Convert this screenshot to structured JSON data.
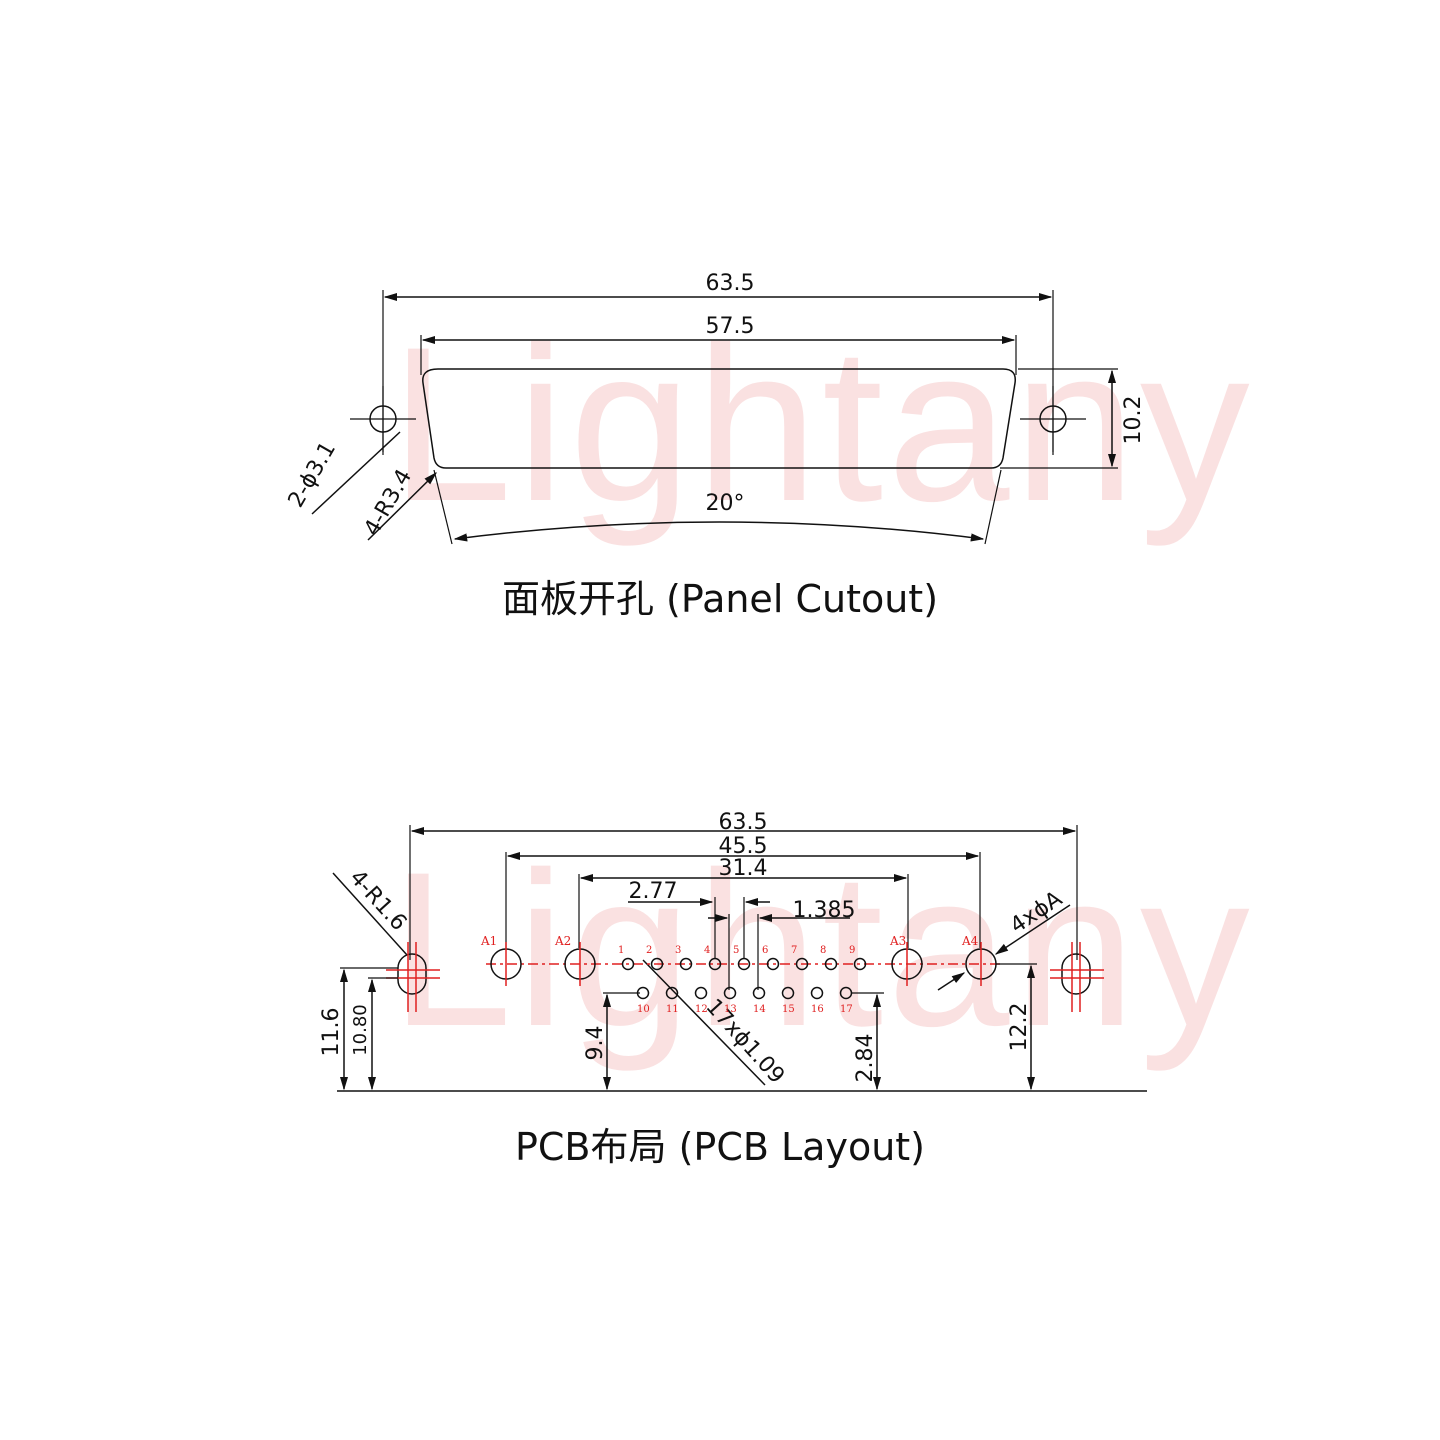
{
  "watermark": "Lightany",
  "panel": {
    "caption": "面板开孔 (Panel Cutout)",
    "dims": {
      "overall_width": "63.5",
      "shell_width": "57.5",
      "height": "10.2",
      "angle": "20°",
      "mount_holes": "2-ϕ3.1",
      "corner_radius": "4-R3.4"
    }
  },
  "pcb": {
    "caption": "PCB布局 (PCB Layout)",
    "dims": {
      "overall_width": "63.5",
      "a_span": "45.5",
      "row_span": "31.4",
      "pitch": "2.77",
      "offset": "1.385",
      "corner_radius": "4-R1.6",
      "a_holes": "4xϕA",
      "pin_holes": "17xϕ1.09",
      "h_outer": "11.6",
      "h_inner": "10.80",
      "h_row2": "9.4",
      "h_row_gap": "2.84",
      "h_right": "12.2"
    },
    "a_labels": [
      "A1",
      "A2",
      "A3",
      "A4"
    ],
    "pins_top": [
      "1",
      "2",
      "3",
      "4",
      "5",
      "6",
      "7",
      "8",
      "9"
    ],
    "pins_bottom": [
      "10",
      "11",
      "12",
      "13",
      "14",
      "15",
      "16",
      "17"
    ]
  },
  "colors": {
    "line": "#111111",
    "accent_red": "#e02020",
    "watermark": "#f6c9c9"
  }
}
